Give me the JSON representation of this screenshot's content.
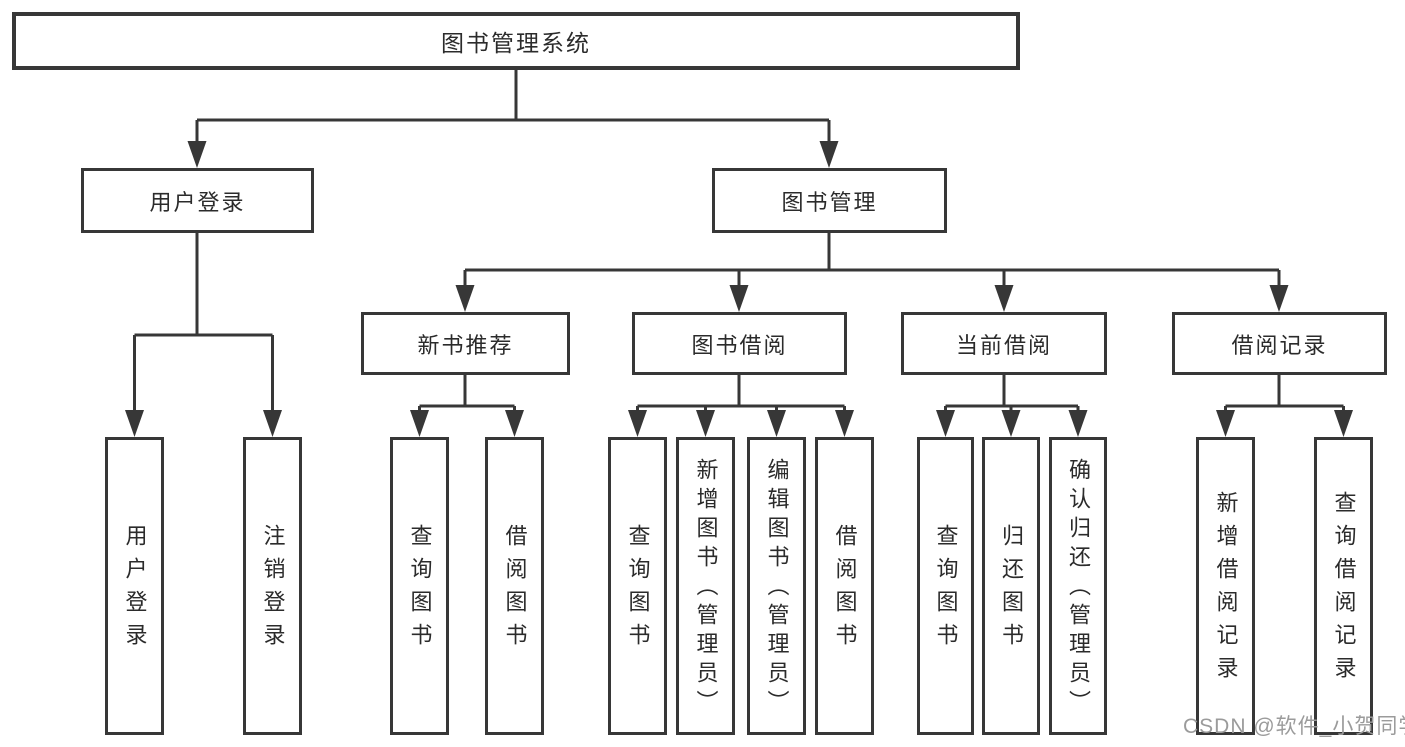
{
  "diagram_title": "图书管理系统",
  "tree": {
    "root": {
      "label": "图书管理系统",
      "children": [
        {
          "label": "用户登录",
          "children": [
            {
              "label": "用户登录"
            },
            {
              "label": "注销登录"
            }
          ]
        },
        {
          "label": "图书管理",
          "children": [
            {
              "label": "新书推荐",
              "children": [
                {
                  "label": "查询图书"
                },
                {
                  "label": "借阅图书"
                }
              ]
            },
            {
              "label": "图书借阅",
              "children": [
                {
                  "label": "查询图书"
                },
                {
                  "label": "新增图书（管理员）"
                },
                {
                  "label": "编辑图书（管理员）"
                },
                {
                  "label": "借阅图书"
                }
              ]
            },
            {
              "label": "当前借阅",
              "children": [
                {
                  "label": "查询图书"
                },
                {
                  "label": "归还图书"
                },
                {
                  "label": "确认归还（管理员）"
                }
              ]
            },
            {
              "label": "借阅记录",
              "children": [
                {
                  "label": "新增借阅记录"
                },
                {
                  "label": "查询借阅记录"
                }
              ]
            }
          ]
        }
      ]
    }
  },
  "watermark": {
    "text": "CSDN @软件_小贺同学",
    "color": "#9b9b9b"
  },
  "colors": {
    "line": "#373737",
    "text": "#2b2b2b",
    "background": "#ffffff"
  }
}
